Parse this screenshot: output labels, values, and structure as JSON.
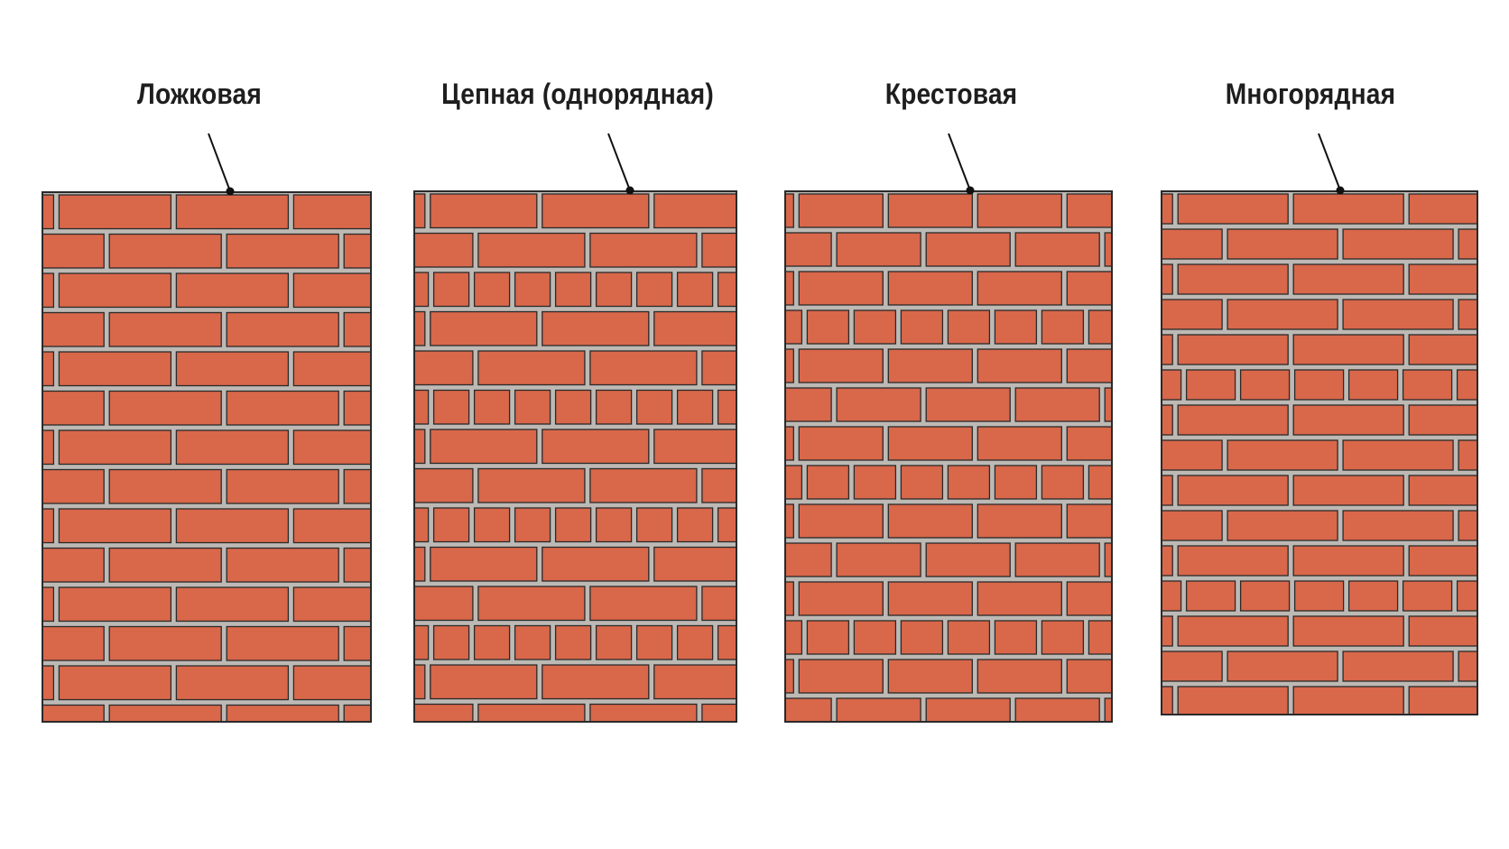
{
  "colors": {
    "brick": "#d9674a",
    "mortar": "#bdb9b5",
    "outline": "#2a2a2a",
    "background": "#ffffff"
  },
  "panels": [
    {
      "id": "stretcher",
      "label": "Ложковая",
      "courses": [
        "stretcher",
        "stretcher-offset"
      ]
    },
    {
      "id": "header-chain",
      "label": "Цепная (однорядная)",
      "courses": [
        "stretcher",
        "stretcher-offset",
        "header"
      ]
    },
    {
      "id": "cross",
      "label": "Крестовая",
      "courses": [
        "stretcher",
        "stretcher-offset",
        "stretcher",
        "header"
      ]
    },
    {
      "id": "multi-row",
      "label": "Многорядная",
      "courses": [
        "stretcher",
        "stretcher-offset",
        "stretcher",
        "stretcher-offset",
        "stretcher",
        "header"
      ]
    }
  ]
}
